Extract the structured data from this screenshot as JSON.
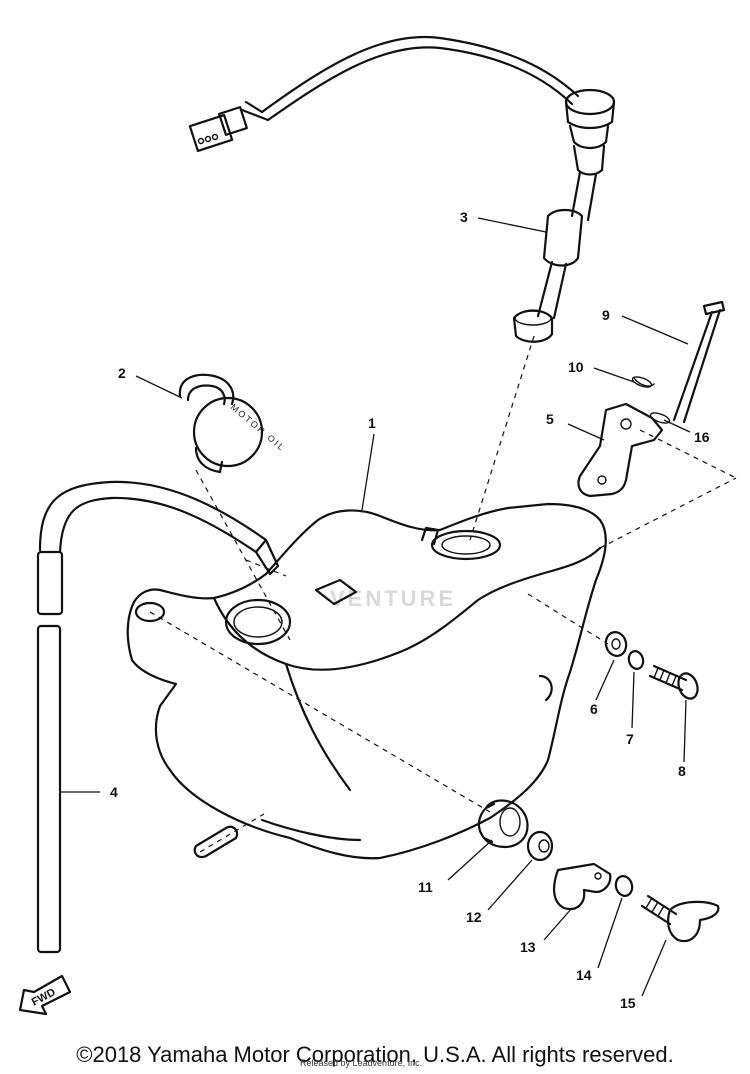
{
  "diagram": {
    "callouts": [
      {
        "id": "1",
        "label": "1"
      },
      {
        "id": "2",
        "label": "2"
      },
      {
        "id": "3",
        "label": "3"
      },
      {
        "id": "4",
        "label": "4"
      },
      {
        "id": "5",
        "label": "5"
      },
      {
        "id": "6",
        "label": "6"
      },
      {
        "id": "7",
        "label": "7"
      },
      {
        "id": "8",
        "label": "8"
      },
      {
        "id": "9",
        "label": "9"
      },
      {
        "id": "10",
        "label": "10"
      },
      {
        "id": "11",
        "label": "11"
      },
      {
        "id": "12",
        "label": "12"
      },
      {
        "id": "13",
        "label": "13"
      },
      {
        "id": "14",
        "label": "14"
      },
      {
        "id": "15",
        "label": "15"
      },
      {
        "id": "16",
        "label": "16"
      }
    ],
    "cap_text": "MOTOR OIL",
    "fwd_text": "FWD",
    "watermark": "VENTURE"
  },
  "footer": {
    "copyright": "©2018 Yamaha Motor Corporation, U.S.A. All rights reserved.",
    "overlay": "Released by Leadventure, Inc."
  }
}
